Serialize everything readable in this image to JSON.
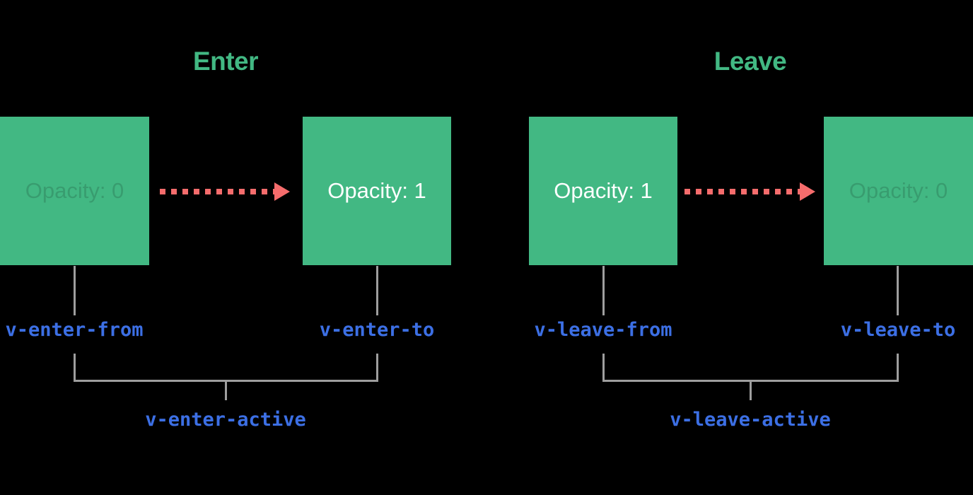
{
  "colors": {
    "background": "#000000",
    "green": "#42b883",
    "red": "#f56c6c",
    "blue": "#3c6fe4",
    "gray": "#9e9e9e",
    "white": "#ffffff"
  },
  "groups": [
    {
      "title": "Enter",
      "box_from": {
        "label": "Opacity: 0",
        "faded": true
      },
      "box_to": {
        "label": "Opacity: 1",
        "faded": false
      },
      "class_from": "v-enter-from",
      "class_to": "v-enter-to",
      "class_active": "v-enter-active"
    },
    {
      "title": "Leave",
      "box_from": {
        "label": "Opacity: 1",
        "faded": false
      },
      "box_to": {
        "label": "Opacity: 0",
        "faded": true
      },
      "class_from": "v-leave-from",
      "class_to": "v-leave-to",
      "class_active": "v-leave-active"
    }
  ]
}
